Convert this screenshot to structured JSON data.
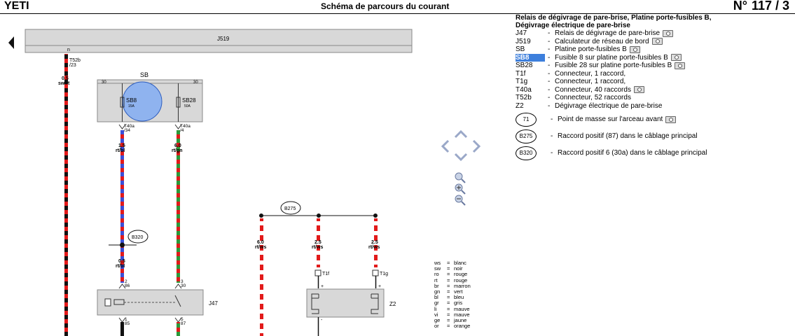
{
  "header": {
    "brand": "YETI",
    "title": "Schéma de parcours du courant",
    "page_prefix": "N°",
    "page_number": "117 / 3"
  },
  "legend": {
    "title_lines": [
      "Relais de dégivrage de pare-brise, Platine porte-fusibles B,",
      "Dégivrage électrique de pare-brise"
    ],
    "items": [
      {
        "code": "J47",
        "text": "Relais de dégivrage de pare-brise",
        "camera": true,
        "highlight": false
      },
      {
        "code": "J519",
        "text": "Calculateur de réseau de bord",
        "camera": true,
        "highlight": false
      },
      {
        "code": "SB",
        "text": "Platine porte-fusibles B",
        "camera": true,
        "highlight": false
      },
      {
        "code": "SB8",
        "text": "Fusible 8 sur platine porte-fusibles B",
        "camera": true,
        "highlight": true
      },
      {
        "code": "SB28",
        "text": "Fusible 28 sur platine porte-fusibles B",
        "camera": true,
        "highlight": false
      },
      {
        "code": "T1f",
        "text": "Connecteur, 1 raccord,",
        "camera": false,
        "highlight": false
      },
      {
        "code": "T1g",
        "text": "Connecteur, 1 raccord,",
        "camera": false,
        "highlight": false
      },
      {
        "code": "T40a",
        "text": "Connecteur, 40 raccords",
        "camera": true,
        "highlight": false
      },
      {
        "code": "T52b",
        "text": "Connecteur, 52 raccords",
        "camera": false,
        "highlight": false
      },
      {
        "code": "Z2",
        "text": "Dégivrage électrique de pare-brise",
        "camera": false,
        "highlight": false
      }
    ],
    "circles": [
      {
        "code": "71",
        "text": "Point de masse sur l'arceau avant",
        "camera": true
      },
      {
        "code": "B275",
        "text": "Raccord positif (87) dans le câblage principal",
        "camera": false
      },
      {
        "code": "B320",
        "text": "Raccord positif 6 (30a) dans le câblage principal",
        "camera": false
      }
    ]
  },
  "colors_legend": [
    {
      "abbr": "ws",
      "name": "blanc"
    },
    {
      "abbr": "sw",
      "name": "noir"
    },
    {
      "abbr": "ro",
      "name": "rouge"
    },
    {
      "abbr": "rt",
      "name": "rouge"
    },
    {
      "abbr": "br",
      "name": "marron"
    },
    {
      "abbr": "gn",
      "name": "vert"
    },
    {
      "abbr": "bl",
      "name": "bleu"
    },
    {
      "abbr": "gr",
      "name": "gris"
    },
    {
      "abbr": "li",
      "name": "mauve"
    },
    {
      "abbr": "vi",
      "name": "mauve"
    },
    {
      "abbr": "ge",
      "name": "jaune"
    },
    {
      "abbr": "or",
      "name": "orange"
    }
  ],
  "diagram": {
    "j519_label": "J519",
    "sb_label": "SB",
    "sb_pin_left": "30",
    "sb_pin_right": "30",
    "fuse_sb8": {
      "name": "SB8",
      "rating": "15A"
    },
    "fuse_sb28": {
      "name": "SB28",
      "rating": "50A"
    },
    "conn_t52b": {
      "name": "T52b",
      "pin": "/23"
    },
    "conn_t52b_pin_n": "n",
    "wire_main": {
      "size": "0.5",
      "color": "sw/rt"
    },
    "conn_t40a_34": {
      "name": "T40a",
      "pin": "/34"
    },
    "conn_t40a_4": {
      "name": "T40a",
      "pin": "/4"
    },
    "wire_sb8": {
      "size": "1.5",
      "color": "rt/bl"
    },
    "wire_sb28": {
      "size": "6.0",
      "color": "rt/gn"
    },
    "node_b320": "B320",
    "node_b275": "B275",
    "wire_b320_out": {
      "size": "0.5",
      "color": "rt/bl"
    },
    "wire_b275_a": {
      "size": "6.0",
      "color": "rt/ws"
    },
    "wire_b275_b": {
      "size": "2.5",
      "color": "rt/ws"
    },
    "wire_b275_c": {
      "size": "2.5",
      "color": "rt/ws"
    },
    "j47_label": "J47",
    "j47_pin_86": {
      "num": "2",
      "pin": "86"
    },
    "j47_pin_30": {
      "num": "3",
      "pin": "30"
    },
    "j47_pin_85": {
      "num": "1",
      "pin": "85"
    },
    "j47_pin_87": {
      "num": "5",
      "pin": "87"
    },
    "z2_label": "Z2",
    "t1f_label": "T1f",
    "t1g_label": "T1g",
    "plus_sign": "+",
    "minus_sign": "-"
  },
  "colors": {
    "red": "#e21a1a",
    "blue": "#3a4fd8",
    "green": "#2a9a3a",
    "black": "#111111",
    "fuse_highlight": "#8fb3ef",
    "box_fill": "#d8d8d8"
  },
  "navigation": {
    "back_icon": "back-arrow-icon",
    "pan_icons": [
      "pan-up-icon",
      "pan-left-icon",
      "pan-right-icon",
      "pan-down-icon"
    ],
    "zoom_icons": [
      "zoom-fit-icon",
      "zoom-in-icon",
      "zoom-out-icon"
    ]
  }
}
